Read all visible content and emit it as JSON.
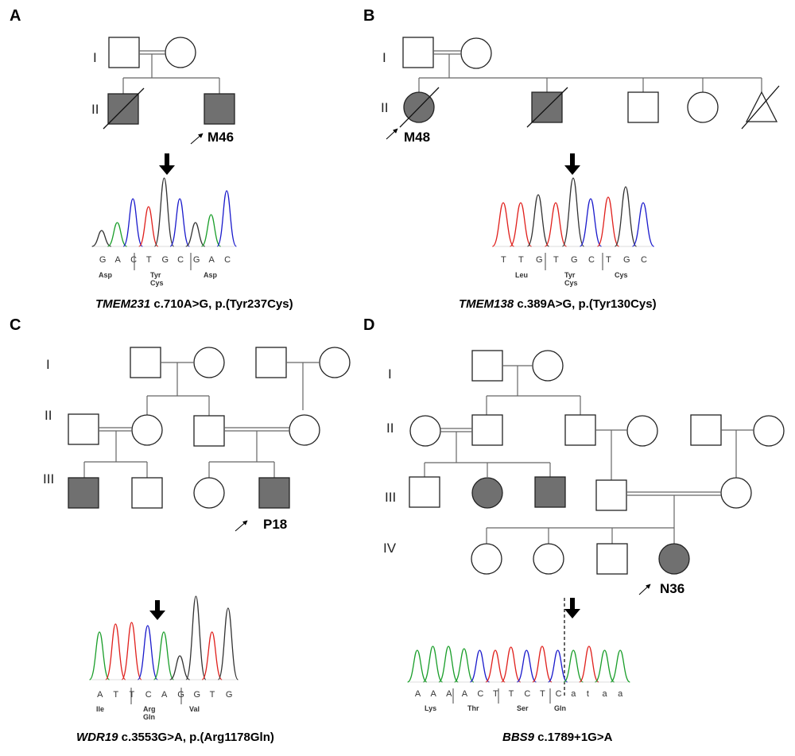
{
  "colors": {
    "affected": "#707070",
    "trace_A": "#1a9e2a",
    "trace_C": "#1a1acc",
    "trace_G": "#333333",
    "trace_T": "#e0201c"
  },
  "panels": [
    {
      "letter": "A",
      "generations": [
        "I",
        "II"
      ],
      "proband": "M46",
      "bases": [
        "G",
        "A",
        "C",
        "T",
        "G",
        "C",
        "G",
        "A",
        "C"
      ],
      "amino_acids": [
        "Asp",
        "Tyr",
        "Cys",
        "Asp"
      ],
      "caption_gene": "TMEM231",
      "caption_variant": " c.710A>G, p.(Tyr237Cys)"
    },
    {
      "letter": "B",
      "generations": [
        "I",
        "II"
      ],
      "proband": "M48",
      "bases": [
        "T",
        "T",
        "G",
        "T",
        "G",
        "C",
        "T",
        "G",
        "C"
      ],
      "amino_acids": [
        "Leu",
        "Tyr",
        "Cys",
        "Cys"
      ],
      "caption_gene": "TMEM138",
      "caption_variant": " c.389A>G, p.(Tyr130Cys)"
    },
    {
      "letter": "C",
      "generations": [
        "I",
        "II",
        "III"
      ],
      "proband": "P18",
      "bases": [
        "A",
        "T",
        "T",
        "C",
        "A",
        "G",
        "G",
        "T",
        "G"
      ],
      "amino_acids": [
        "Ile",
        "Arg",
        "Gln",
        "Val"
      ],
      "caption_gene": "WDR19",
      "caption_variant": " c.3553G>A, p.(Arg1178Gln)"
    },
    {
      "letter": "D",
      "generations": [
        "I",
        "II",
        "III",
        "IV"
      ],
      "proband": "N36",
      "bases": [
        "A",
        "A",
        "A",
        "A",
        "C",
        "T",
        "T",
        "C",
        "T",
        "C",
        "a",
        "t",
        "a",
        "a"
      ],
      "amino_acids": [
        "Lys",
        "Thr",
        "Ser",
        "Gln"
      ],
      "caption_gene": "BBS9",
      "caption_variant": " c.1789+1G>A"
    }
  ]
}
